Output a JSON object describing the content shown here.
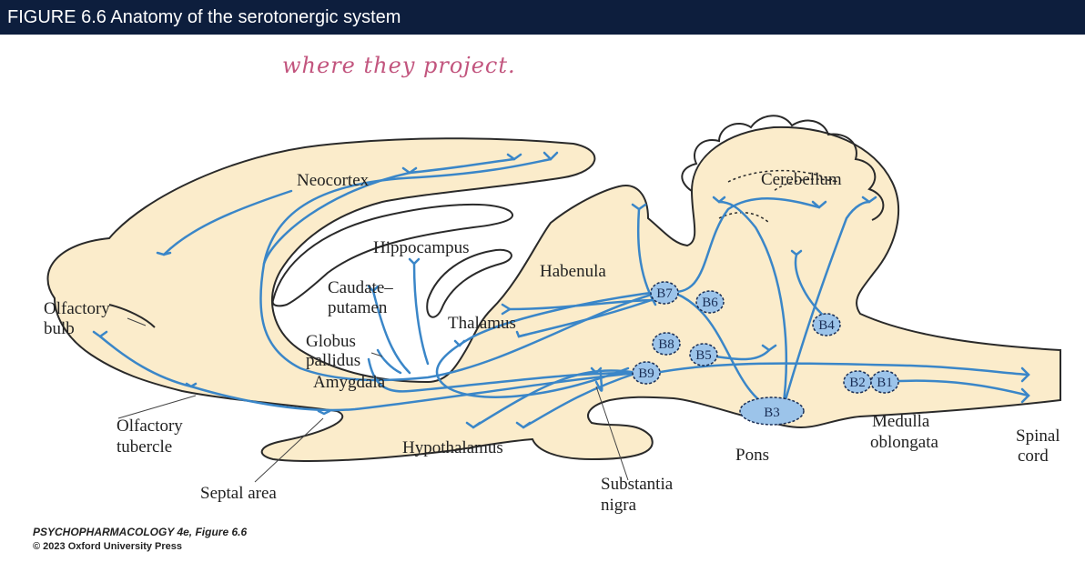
{
  "title": "FIGURE 6.6  Anatomy of the serotonergic system",
  "handwritten_note": "where they project.",
  "labels": {
    "neocortex": "Neocortex",
    "cerebellum": "Cerebellum",
    "hippocampus": "Hippocampus",
    "habenula": "Habenula",
    "caudate1": "Caudate–",
    "caudate2": "putamen",
    "olfactory_bulb1": "Olfactory",
    "olfactory_bulb2": "bulb",
    "thalamus": "Thalamus",
    "globus1": "Globus",
    "globus2": "pallidus",
    "amygdala": "Amygdala",
    "olf_tub1": "Olfactory",
    "olf_tub2": "tubercle",
    "hypothalamus": "Hypothalamus",
    "septal": "Septal area",
    "substantia1": "Substantia",
    "substantia2": "nigra",
    "pons": "Pons",
    "medulla1": "Medulla",
    "medulla2": "oblongata",
    "spinal1": "Spinal",
    "spinal2": "cord"
  },
  "nuclei": {
    "b1": "B1",
    "b2": "B2",
    "b3": "B3",
    "b4": "B4",
    "b5": "B5",
    "b6": "B6",
    "b7": "B7",
    "b8": "B8",
    "b9": "B9"
  },
  "credit": {
    "line1": "PSYCHOPHARMACOLOGY 4e, Figure 6.6",
    "line2": "© 2023 Oxford University Press"
  },
  "colors": {
    "brain_fill": "#fbeccb",
    "brain_outline": "#2a2a2a",
    "pathway": "#3a86c8",
    "nucleus_fill": "#9cc4ea",
    "header": "#0d1e3d",
    "handwriting": "#c2557e"
  }
}
